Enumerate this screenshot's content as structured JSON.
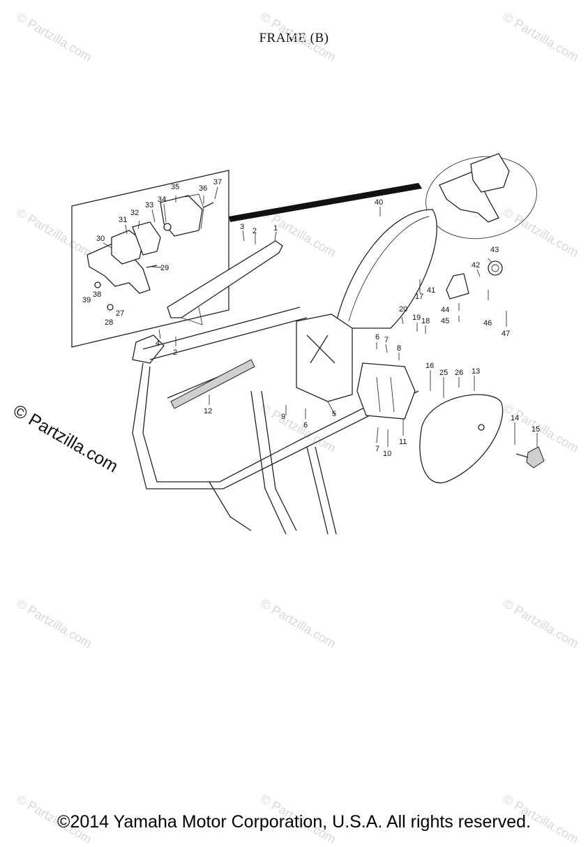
{
  "title": "FRAME (B)",
  "copyright": "©2014 Yamaha Motor Corporation, U.S.A. All rights reserved.",
  "watermark": "© Partzilla.com",
  "callouts": [
    {
      "id": "c1",
      "label": "1"
    },
    {
      "id": "c2a",
      "label": "2"
    },
    {
      "id": "c2b",
      "label": "2"
    },
    {
      "id": "c3",
      "label": "3"
    },
    {
      "id": "c4",
      "label": "4"
    },
    {
      "id": "c5",
      "label": "5"
    },
    {
      "id": "c6a",
      "label": "6"
    },
    {
      "id": "c6b",
      "label": "6"
    },
    {
      "id": "c7a",
      "label": "7"
    },
    {
      "id": "c7b",
      "label": "7"
    },
    {
      "id": "c8",
      "label": "8"
    },
    {
      "id": "c9",
      "label": "9"
    },
    {
      "id": "c10",
      "label": "10"
    },
    {
      "id": "c11",
      "label": "11"
    },
    {
      "id": "c12",
      "label": "12"
    },
    {
      "id": "c13",
      "label": "13"
    },
    {
      "id": "c14",
      "label": "14"
    },
    {
      "id": "c15",
      "label": "15"
    },
    {
      "id": "c16",
      "label": "16"
    },
    {
      "id": "c17",
      "label": "17"
    },
    {
      "id": "c18",
      "label": "18"
    },
    {
      "id": "c19",
      "label": "19"
    },
    {
      "id": "c20",
      "label": "20"
    },
    {
      "id": "c25",
      "label": "25"
    },
    {
      "id": "c26",
      "label": "26"
    },
    {
      "id": "c27",
      "label": "27"
    },
    {
      "id": "c28",
      "label": "28"
    },
    {
      "id": "c29",
      "label": "29"
    },
    {
      "id": "c30",
      "label": "30"
    },
    {
      "id": "c31",
      "label": "31"
    },
    {
      "id": "c32",
      "label": "32"
    },
    {
      "id": "c33",
      "label": "33"
    },
    {
      "id": "c34",
      "label": "34"
    },
    {
      "id": "c35",
      "label": "35"
    },
    {
      "id": "c36",
      "label": "36"
    },
    {
      "id": "c37",
      "label": "37"
    },
    {
      "id": "c38",
      "label": "38"
    },
    {
      "id": "c39",
      "label": "39"
    },
    {
      "id": "c40",
      "label": "40"
    },
    {
      "id": "c41",
      "label": "41"
    },
    {
      "id": "c42",
      "label": "42"
    },
    {
      "id": "c43",
      "label": "43"
    },
    {
      "id": "c44",
      "label": "44"
    },
    {
      "id": "c45",
      "label": "45"
    },
    {
      "id": "c46",
      "label": "46"
    },
    {
      "id": "c47",
      "label": "47"
    }
  ]
}
